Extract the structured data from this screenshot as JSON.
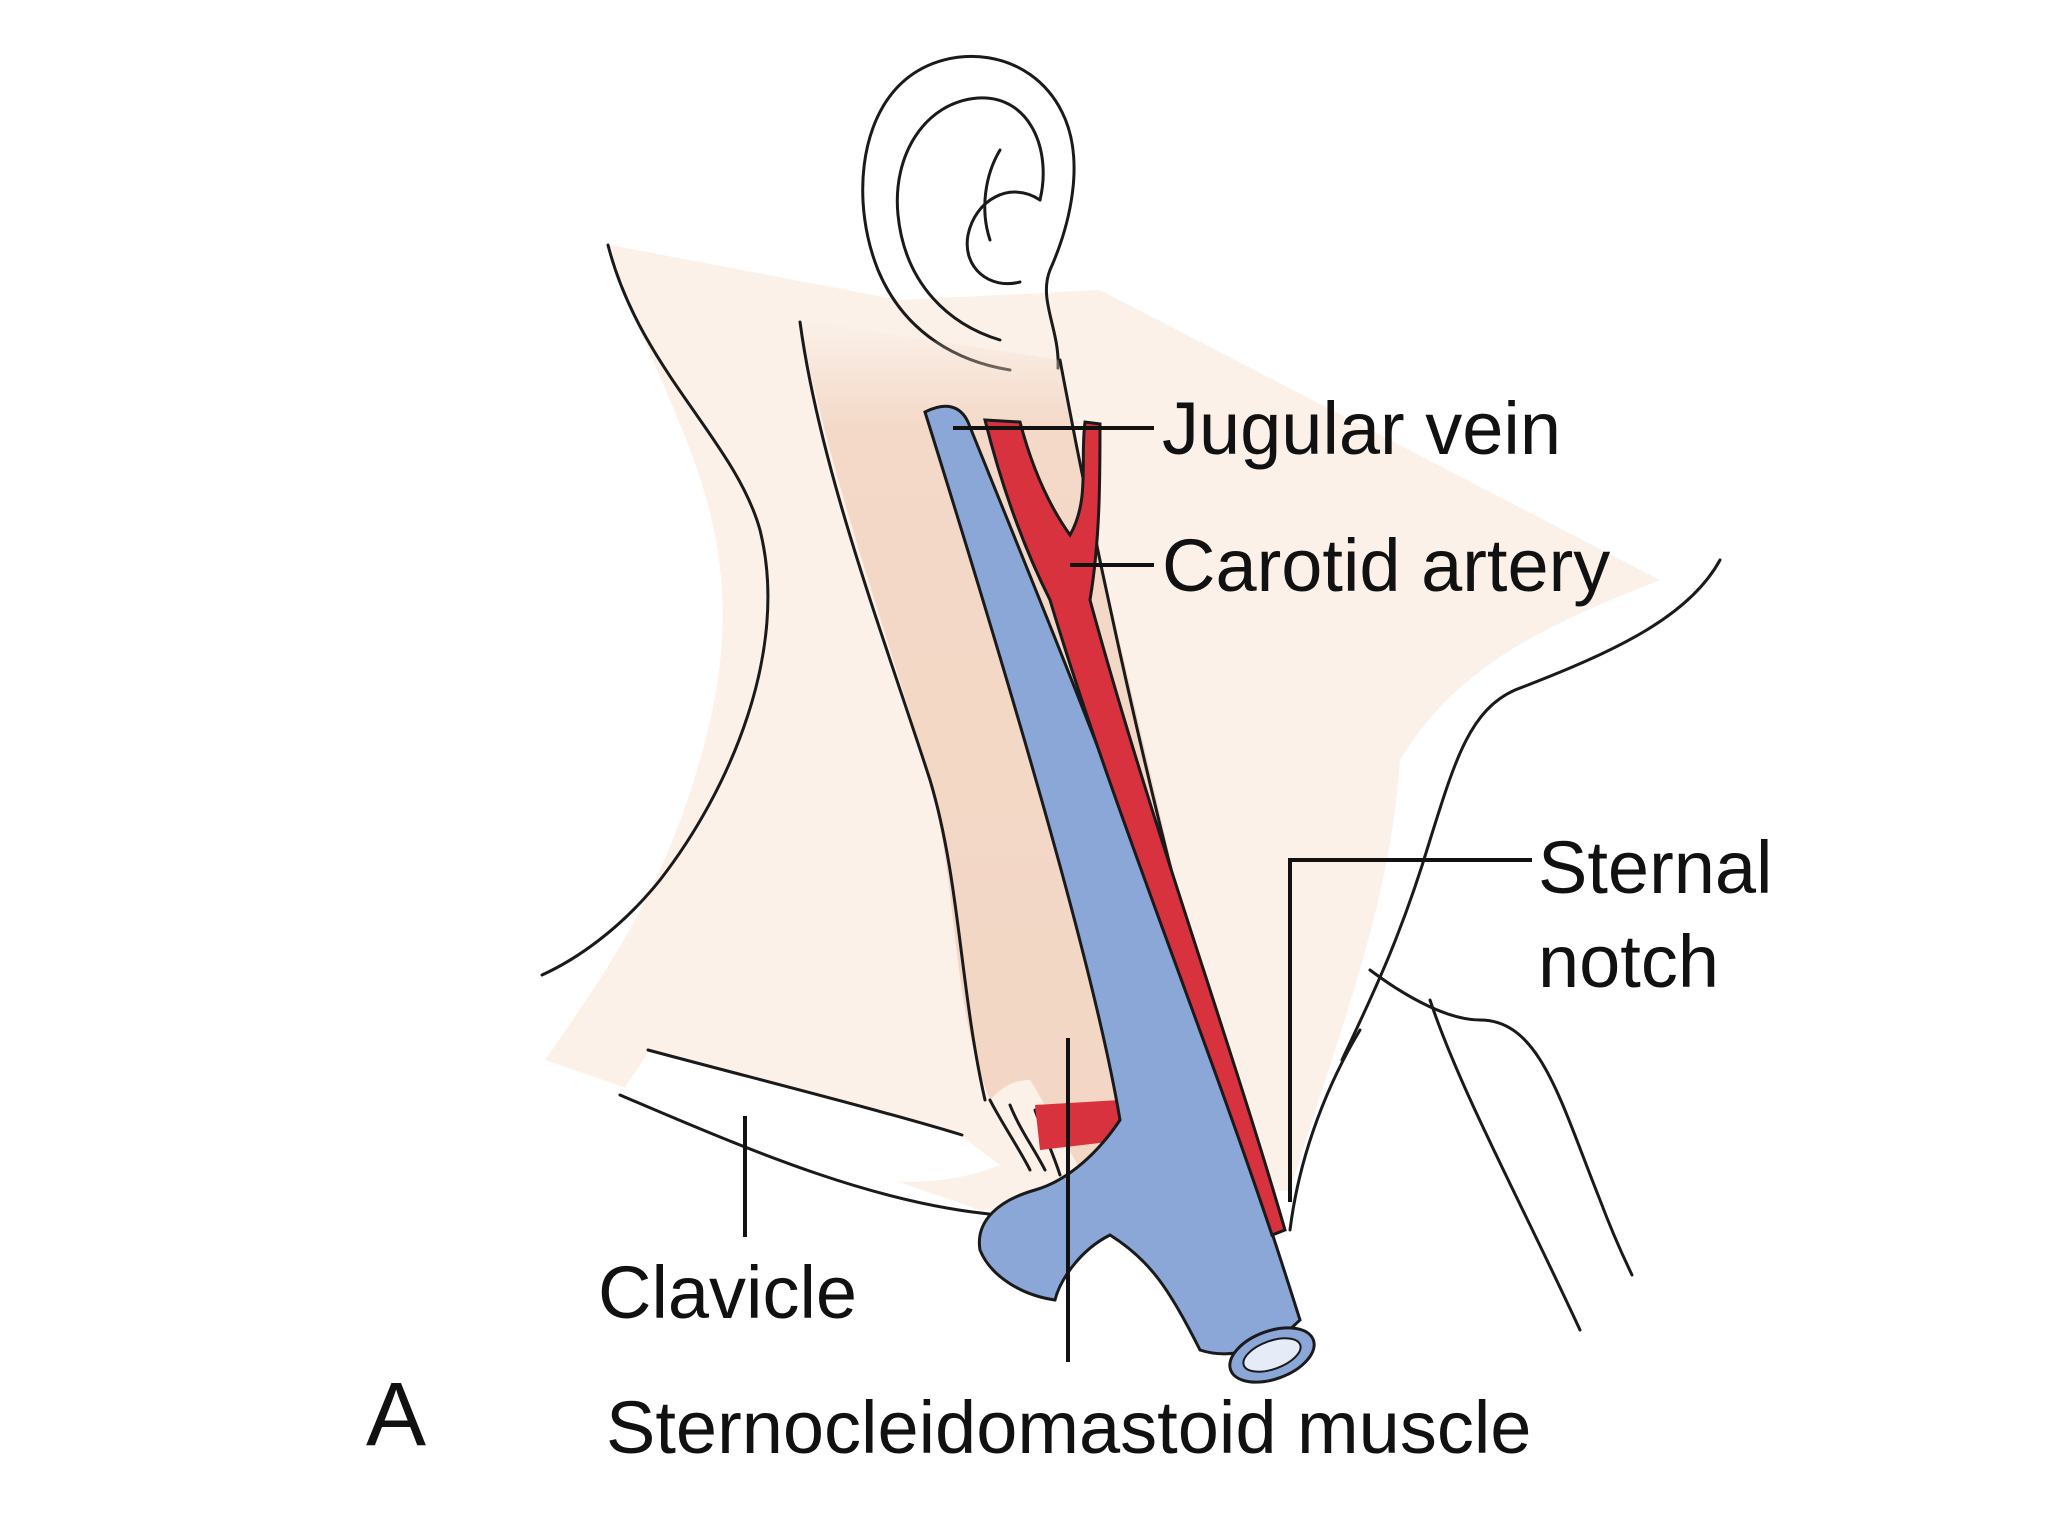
{
  "diagram": {
    "panel_letter": "A",
    "labels": {
      "jugular_vein": "Jugular vein",
      "carotid_artery": "Carotid artery",
      "sternal_notch_line1": "Sternal",
      "sternal_notch_line2": "notch",
      "clavicle": "Clavicle",
      "sternocleidomastoid": "Sternocleidomastoid muscle"
    }
  },
  "colors": {
    "vein": "#8aa7d8",
    "artery": "#d8323f",
    "muscle": "#f3d6c4",
    "skin": "#fbf1e9",
    "outline": "#1a1a1a",
    "background": "#ffffff"
  }
}
